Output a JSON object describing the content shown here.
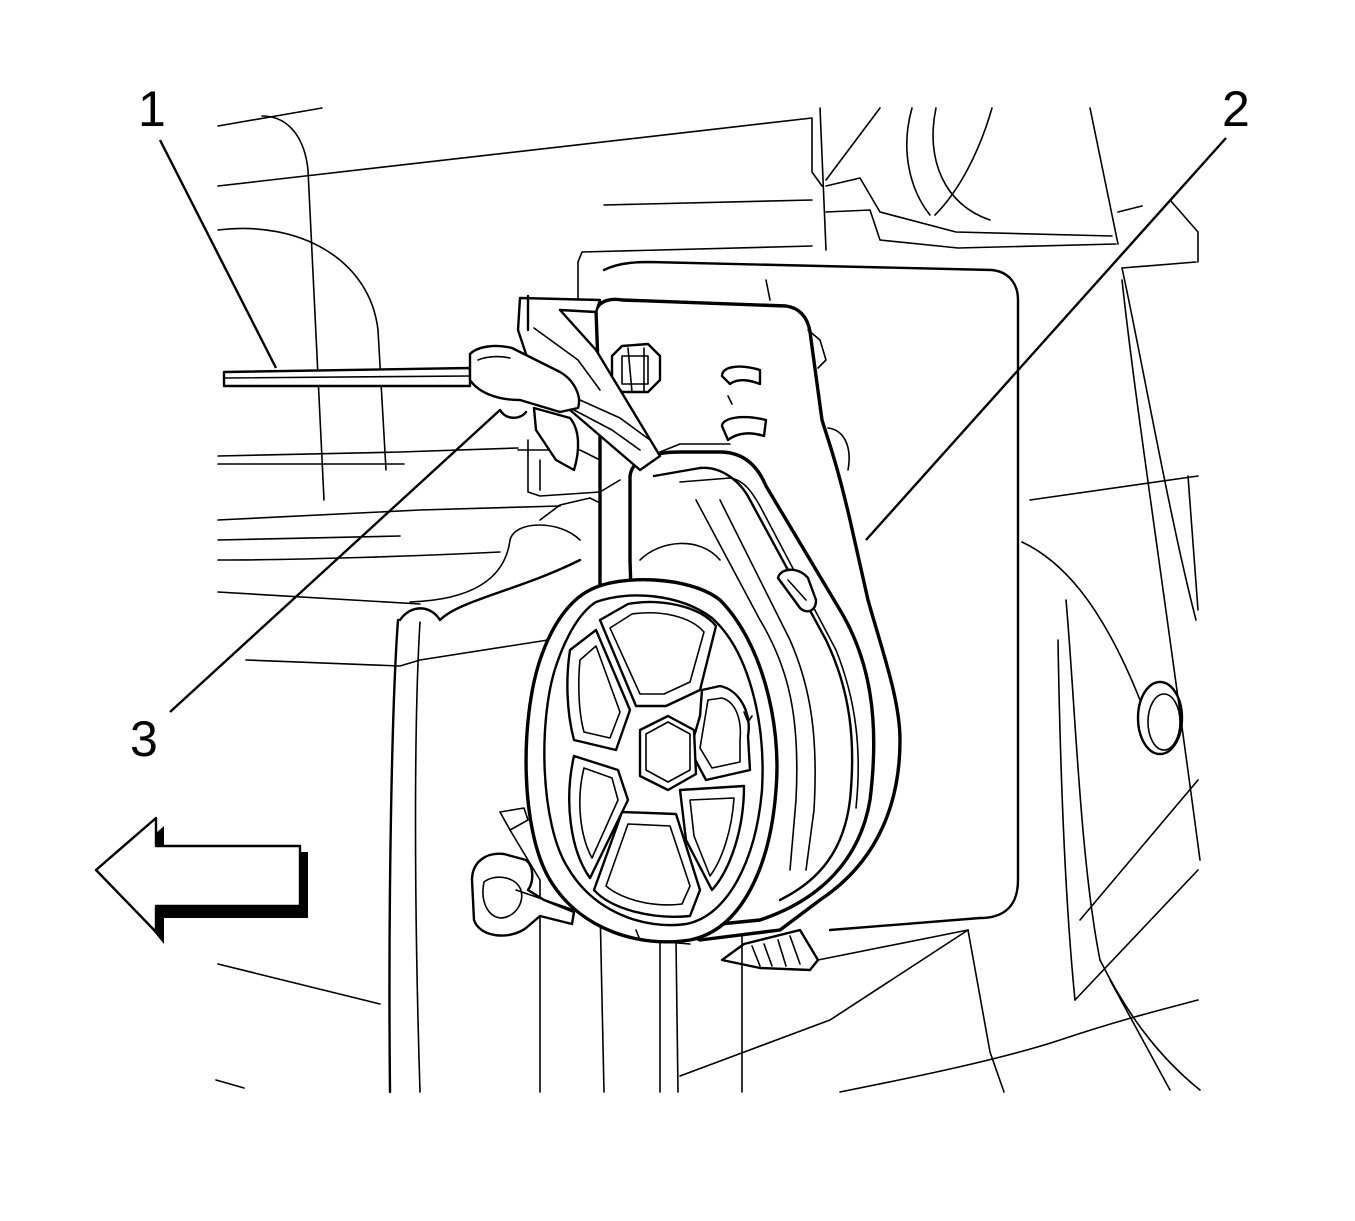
{
  "callouts": {
    "c1": "1",
    "c2": "2",
    "c3": "3"
  },
  "colors": {
    "line": "#000000",
    "background": "#ffffff"
  },
  "icons": {
    "direction": "left-arrow-icon"
  }
}
